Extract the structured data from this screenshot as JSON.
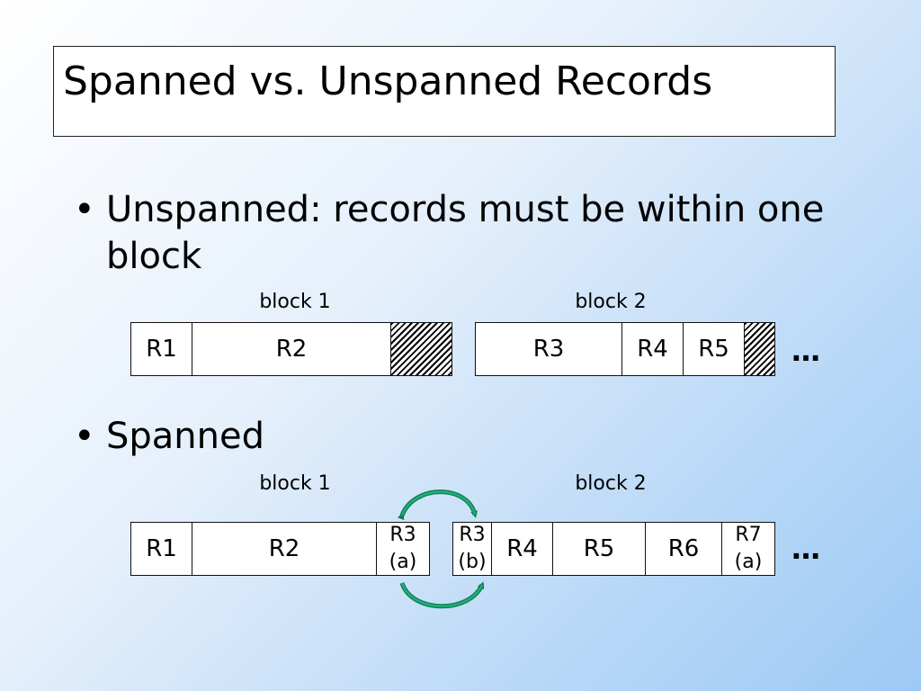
{
  "title": "Spanned vs. Unspanned Records",
  "bullets": [
    {
      "text": "Unspanned: records must be within one block"
    },
    {
      "text": "Spanned"
    }
  ],
  "unspanned": {
    "block1_label": "block 1",
    "block2_label": "block 2",
    "block1_records": [
      "R1",
      "R2"
    ],
    "block2_records": [
      "R3",
      "R4",
      "R5"
    ],
    "ellipsis": "…"
  },
  "spanned": {
    "block1_label": "block 1",
    "block2_label": "block 2",
    "block1_records": [
      "R1",
      "R2"
    ],
    "block1_fragment": {
      "line1": "R3",
      "line2": "(a)"
    },
    "block2_fragment": {
      "line1": "R3",
      "line2": "(b)"
    },
    "block2_records": [
      "R4",
      "R5",
      "R6"
    ],
    "block2_tail_fragment": {
      "line1": "R7",
      "line2": "(a)"
    },
    "ellipsis": "…"
  },
  "colors": {
    "arrow": "#0f7a52",
    "arrow_fill": "#1fae7a"
  }
}
